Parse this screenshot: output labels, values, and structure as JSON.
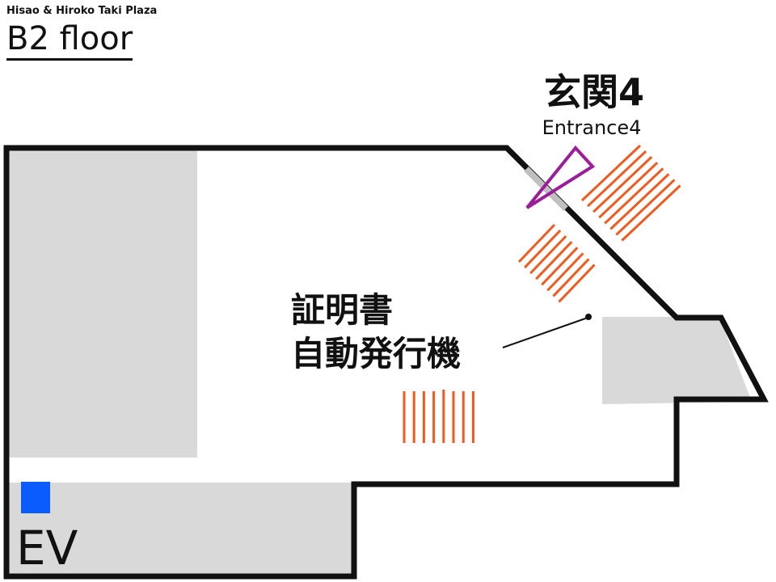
{
  "header": {
    "building_name": "Hisao & Hiroko Taki Plaza",
    "floor_title": "B2 floor"
  },
  "entrance": {
    "label_jp": "玄関4",
    "label_en": "Entrance4"
  },
  "poi": {
    "line1": "証明書",
    "line2": "自動発行機"
  },
  "elevator": {
    "label": "EV"
  },
  "colors": {
    "wall": "#111111",
    "room_fill": "#d9d9d9",
    "stairs": "#f05a1e",
    "entrance_marker": "#9b1d9b",
    "elevator": "#0a5cff",
    "door_gap": "#c0c0c0"
  }
}
